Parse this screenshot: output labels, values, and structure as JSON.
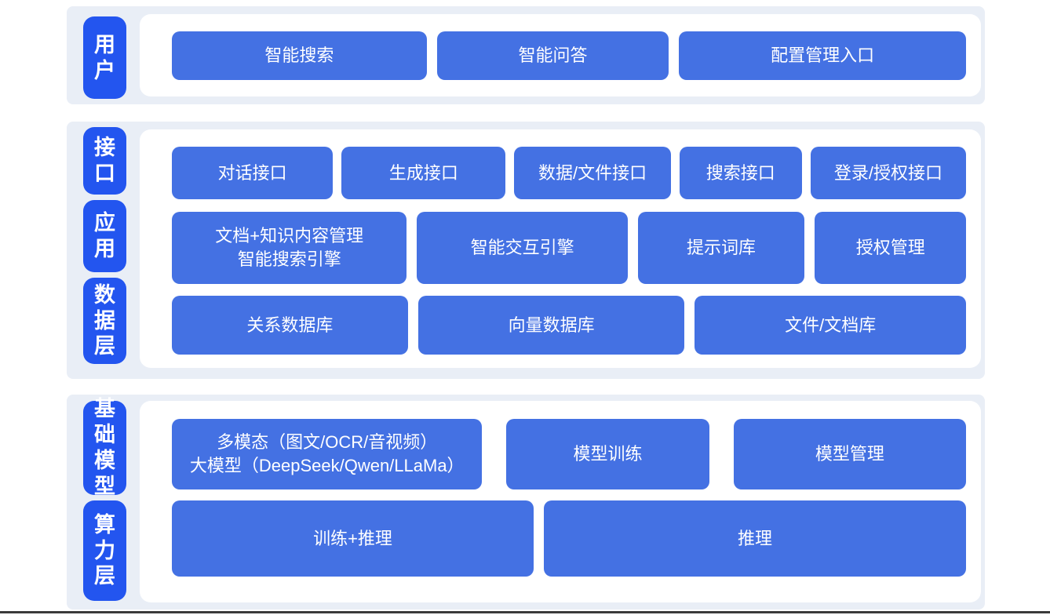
{
  "colors": {
    "page_bg": "#ffffff",
    "band_bg": "#e9eef6",
    "panel_bg": "#ffffff",
    "layer_label_blue": "#2355ef",
    "block_blue": "#4471e3",
    "text_white": "#ffffff",
    "bottom_line": "#3b3b3b"
  },
  "sections": [
    {
      "labels": [
        {
          "text": "用户"
        }
      ],
      "rows": [
        {
          "buttons": [
            {
              "label": "智能搜索"
            },
            {
              "label": "智能问答"
            },
            {
              "label": "配置管理入口"
            }
          ]
        }
      ]
    },
    {
      "labels": [
        {
          "text": "接口"
        },
        {
          "text": "应用"
        },
        {
          "text": "数据层"
        }
      ],
      "rows": [
        {
          "buttons": [
            {
              "label": "对话接口"
            },
            {
              "label": "生成接口"
            },
            {
              "label": "数据/文件接口"
            },
            {
              "label": "搜索接口"
            },
            {
              "label": "登录/授权接口"
            }
          ]
        },
        {
          "buttons": [
            {
              "label": "文档+知识内容管理\n智能搜索引擎"
            },
            {
              "label": "智能交互引擎"
            },
            {
              "label": "提示词库"
            },
            {
              "label": "授权管理"
            }
          ]
        },
        {
          "buttons": [
            {
              "label": "关系数据库"
            },
            {
              "label": "向量数据库"
            },
            {
              "label": "文件/文档库"
            }
          ]
        }
      ]
    },
    {
      "labels": [
        {
          "text": "基础模型"
        },
        {
          "text": "算力层"
        }
      ],
      "rows": [
        {
          "buttons": [
            {
              "label": "多模态（图文/OCR/音视频）\n大模型（DeepSeek/Qwen/LLaMa）"
            },
            {
              "label": "模型训练"
            },
            {
              "label": "模型管理"
            }
          ]
        },
        {
          "buttons": [
            {
              "label": "训练+推理"
            },
            {
              "label": "推理"
            }
          ]
        }
      ]
    }
  ]
}
